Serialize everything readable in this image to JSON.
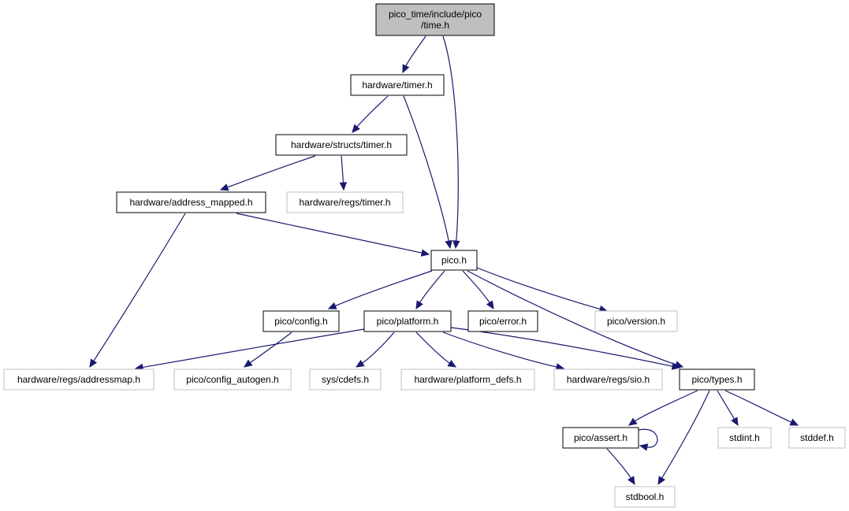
{
  "colors": {
    "edge": "#191970",
    "root_fill": "#bfbfbf",
    "documented_border": "#000000",
    "undocumented_border": "#bfbfbf",
    "text": "#000000"
  },
  "nodes": {
    "root": {
      "lines": [
        "pico_time/include/pico",
        "/time.h"
      ],
      "kind": "root"
    },
    "hw_timer": {
      "lines": [
        "hardware/timer.h"
      ],
      "kind": "documented"
    },
    "hw_structs_timer": {
      "lines": [
        "hardware/structs/timer.h"
      ],
      "kind": "documented"
    },
    "hw_address_mapped": {
      "lines": [
        "hardware/address_mapped.h"
      ],
      "kind": "documented"
    },
    "hw_regs_timer": {
      "lines": [
        "hardware/regs/timer.h"
      ],
      "kind": "undocumented"
    },
    "pico_h": {
      "lines": [
        "pico.h"
      ],
      "kind": "documented"
    },
    "pico_config": {
      "lines": [
        "pico/config.h"
      ],
      "kind": "documented"
    },
    "pico_platform": {
      "lines": [
        "pico/platform.h"
      ],
      "kind": "documented"
    },
    "pico_error": {
      "lines": [
        "pico/error.h"
      ],
      "kind": "documented"
    },
    "pico_version": {
      "lines": [
        "pico/version.h"
      ],
      "kind": "undocumented"
    },
    "hw_regs_addressmap": {
      "lines": [
        "hardware/regs/addressmap.h"
      ],
      "kind": "undocumented"
    },
    "pico_config_autogen": {
      "lines": [
        "pico/config_autogen.h"
      ],
      "kind": "undocumented"
    },
    "sys_cdefs": {
      "lines": [
        "sys/cdefs.h"
      ],
      "kind": "undocumented"
    },
    "hw_platform_defs": {
      "lines": [
        "hardware/platform_defs.h"
      ],
      "kind": "undocumented"
    },
    "hw_regs_sio": {
      "lines": [
        "hardware/regs/sio.h"
      ],
      "kind": "undocumented"
    },
    "pico_types": {
      "lines": [
        "pico/types.h"
      ],
      "kind": "documented"
    },
    "pico_assert": {
      "lines": [
        "pico/assert.h"
      ],
      "kind": "documented"
    },
    "stdint": {
      "lines": [
        "stdint.h"
      ],
      "kind": "undocumented"
    },
    "stddef": {
      "lines": [
        "stddef.h"
      ],
      "kind": "undocumented"
    },
    "stdbool": {
      "lines": [
        "stdbool.h"
      ],
      "kind": "undocumented"
    }
  },
  "edges": [
    {
      "from": "root",
      "to": "hw_timer"
    },
    {
      "from": "root",
      "to": "pico_h"
    },
    {
      "from": "hw_timer",
      "to": "hw_structs_timer"
    },
    {
      "from": "hw_timer",
      "to": "pico_h"
    },
    {
      "from": "hw_structs_timer",
      "to": "hw_address_mapped"
    },
    {
      "from": "hw_structs_timer",
      "to": "hw_regs_timer"
    },
    {
      "from": "hw_address_mapped",
      "to": "pico_h"
    },
    {
      "from": "hw_address_mapped",
      "to": "hw_regs_addressmap"
    },
    {
      "from": "pico_h",
      "to": "pico_config"
    },
    {
      "from": "pico_h",
      "to": "pico_platform"
    },
    {
      "from": "pico_h",
      "to": "pico_error"
    },
    {
      "from": "pico_h",
      "to": "pico_version"
    },
    {
      "from": "pico_h",
      "to": "pico_types"
    },
    {
      "from": "pico_config",
      "to": "pico_config_autogen"
    },
    {
      "from": "pico_platform",
      "to": "hw_regs_addressmap"
    },
    {
      "from": "pico_platform",
      "to": "sys_cdefs"
    },
    {
      "from": "pico_platform",
      "to": "hw_platform_defs"
    },
    {
      "from": "pico_platform",
      "to": "hw_regs_sio"
    },
    {
      "from": "pico_platform",
      "to": "pico_types"
    },
    {
      "from": "pico_types",
      "to": "pico_assert"
    },
    {
      "from": "pico_types",
      "to": "stdint"
    },
    {
      "from": "pico_types",
      "to": "stddef"
    },
    {
      "from": "pico_types",
      "to": "stdbool"
    },
    {
      "from": "pico_assert",
      "to": "stdbool"
    },
    {
      "from": "pico_assert",
      "to": "pico_assert"
    }
  ]
}
